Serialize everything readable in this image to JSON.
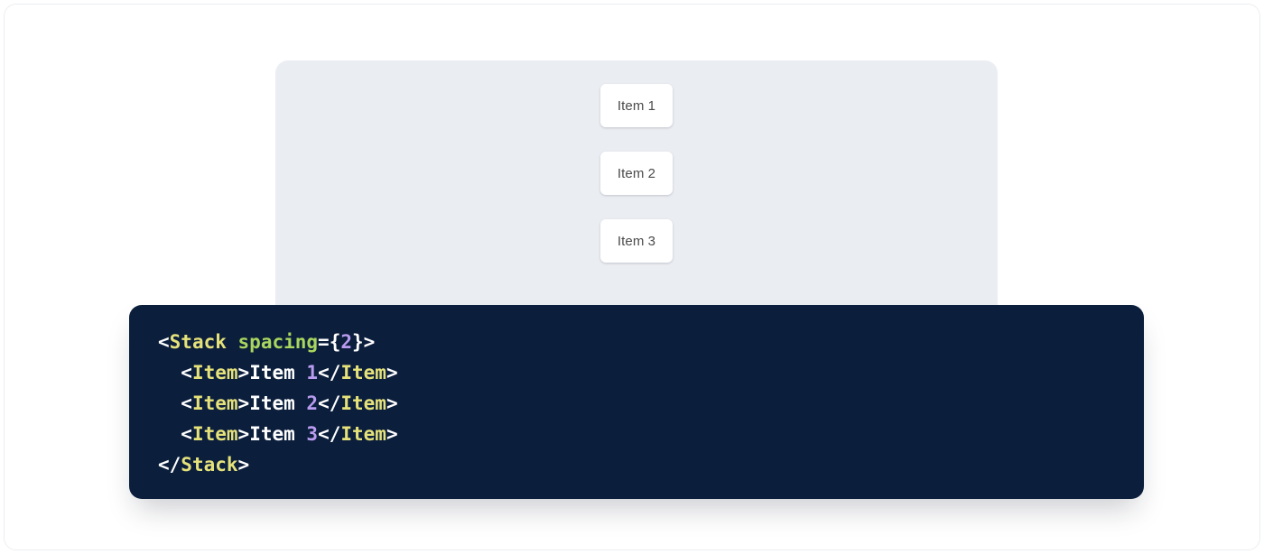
{
  "preview": {
    "panel_bg": "#eaedf2",
    "items": [
      {
        "label": "Item 1"
      },
      {
        "label": "Item 2"
      },
      {
        "label": "Item 3"
      }
    ]
  },
  "code": {
    "background": "#0b1e3c",
    "language": "jsx",
    "colors": {
      "punctuation": "#ffffff",
      "tag": "#e6e27a",
      "attribute": "#a8d65e",
      "number": "#b99bf0",
      "text": "#ffffff"
    },
    "lines": [
      {
        "indent": "",
        "tokens": [
          {
            "t": "punct",
            "v": "<"
          },
          {
            "t": "tag",
            "v": "Stack"
          },
          {
            "t": "text",
            "v": " "
          },
          {
            "t": "attr",
            "v": "spacing"
          },
          {
            "t": "punct",
            "v": "={"
          },
          {
            "t": "num",
            "v": "2"
          },
          {
            "t": "punct",
            "v": "}>"
          }
        ]
      },
      {
        "indent": "  ",
        "tokens": [
          {
            "t": "punct",
            "v": "<"
          },
          {
            "t": "tag",
            "v": "Item"
          },
          {
            "t": "punct",
            "v": ">"
          },
          {
            "t": "text",
            "v": "Item "
          },
          {
            "t": "num",
            "v": "1"
          },
          {
            "t": "punct",
            "v": "</"
          },
          {
            "t": "tag",
            "v": "Item"
          },
          {
            "t": "punct",
            "v": ">"
          }
        ]
      },
      {
        "indent": "  ",
        "tokens": [
          {
            "t": "punct",
            "v": "<"
          },
          {
            "t": "tag",
            "v": "Item"
          },
          {
            "t": "punct",
            "v": ">"
          },
          {
            "t": "text",
            "v": "Item "
          },
          {
            "t": "num",
            "v": "2"
          },
          {
            "t": "punct",
            "v": "</"
          },
          {
            "t": "tag",
            "v": "Item"
          },
          {
            "t": "punct",
            "v": ">"
          }
        ]
      },
      {
        "indent": "  ",
        "tokens": [
          {
            "t": "punct",
            "v": "<"
          },
          {
            "t": "tag",
            "v": "Item"
          },
          {
            "t": "punct",
            "v": ">"
          },
          {
            "t": "text",
            "v": "Item "
          },
          {
            "t": "num",
            "v": "3"
          },
          {
            "t": "punct",
            "v": "</"
          },
          {
            "t": "tag",
            "v": "Item"
          },
          {
            "t": "punct",
            "v": ">"
          }
        ]
      },
      {
        "indent": "",
        "tokens": [
          {
            "t": "punct",
            "v": "</"
          },
          {
            "t": "tag",
            "v": "Stack"
          },
          {
            "t": "punct",
            "v": ">"
          }
        ]
      }
    ]
  }
}
